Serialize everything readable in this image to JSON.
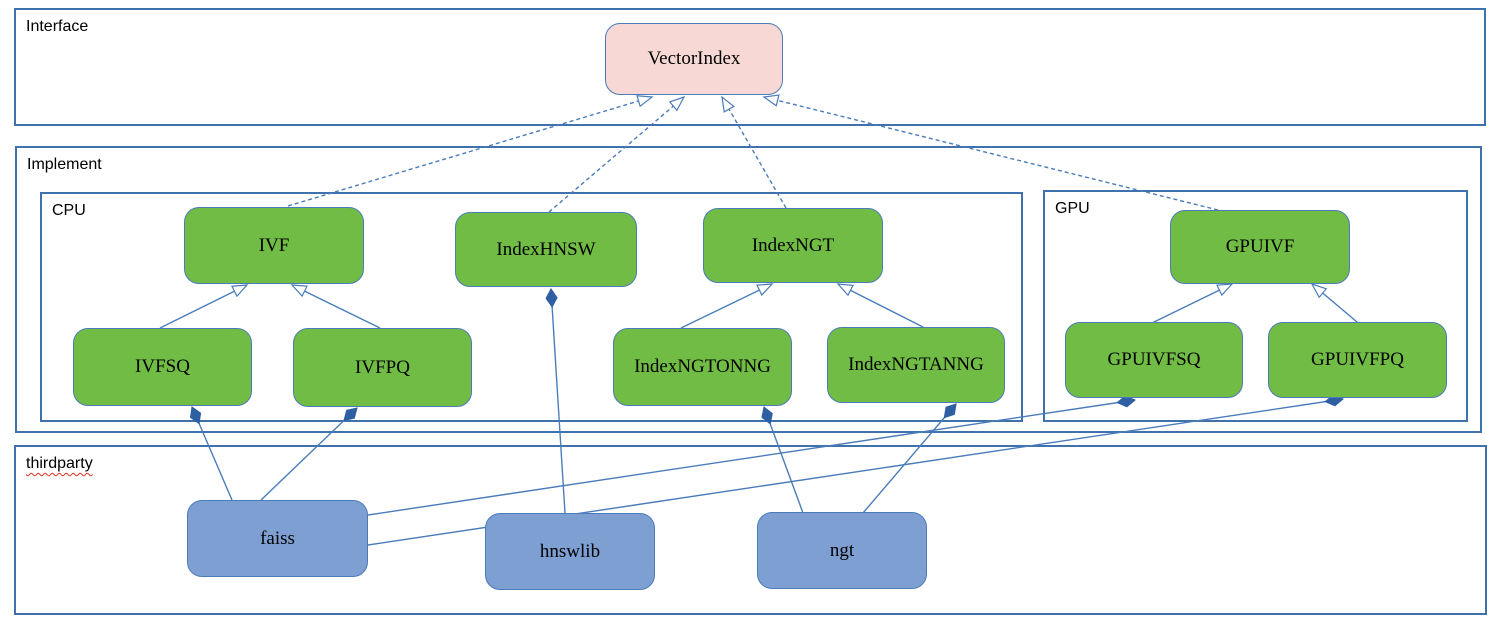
{
  "diagram": {
    "sections": {
      "interface": "Interface",
      "implement": "Implement",
      "cpu": "CPU",
      "gpu": "GPU",
      "thirdparty": "thirdparty"
    },
    "nodes": {
      "vectorindex": "VectorIndex",
      "ivf": "IVF",
      "indexhnsw": "IndexHNSW",
      "indexngt": "IndexNGT",
      "gpuivf": "GPUIVF",
      "ivfsq": "IVFSQ",
      "ivfpq": "IVFPQ",
      "indexngtonng": "IndexNGTONNG",
      "indexngtanng": "IndexNGTANNG",
      "gpuivfsq": "GPUIVFSQ",
      "gpuivfpq": "GPUIVFPQ",
      "faiss": "faiss",
      "hnswlib": "hnswlib",
      "ngt": "ngt"
    },
    "edges": [
      {
        "from": "IVF",
        "to": "VectorIndex",
        "type": "realization",
        "style": "dashed-open-arrow"
      },
      {
        "from": "IndexHNSW",
        "to": "VectorIndex",
        "type": "realization",
        "style": "dashed-open-arrow"
      },
      {
        "from": "IndexNGT",
        "to": "VectorIndex",
        "type": "realization",
        "style": "dashed-open-arrow"
      },
      {
        "from": "GPUIVF",
        "to": "VectorIndex",
        "type": "realization",
        "style": "dashed-open-arrow"
      },
      {
        "from": "IVFSQ",
        "to": "IVF",
        "type": "generalization",
        "style": "solid-open-arrow"
      },
      {
        "from": "IVFPQ",
        "to": "IVF",
        "type": "generalization",
        "style": "solid-open-arrow"
      },
      {
        "from": "IndexNGTONNG",
        "to": "IndexNGT",
        "type": "generalization",
        "style": "solid-open-arrow"
      },
      {
        "from": "IndexNGTANNG",
        "to": "IndexNGT",
        "type": "generalization",
        "style": "solid-open-arrow"
      },
      {
        "from": "GPUIVFSQ",
        "to": "GPUIVF",
        "type": "generalization",
        "style": "solid-open-arrow"
      },
      {
        "from": "GPUIVFPQ",
        "to": "GPUIVF",
        "type": "generalization",
        "style": "solid-open-arrow"
      },
      {
        "from": "faiss",
        "to": "IVFSQ",
        "type": "composition",
        "style": "solid-filled-diamond"
      },
      {
        "from": "faiss",
        "to": "IVFPQ",
        "type": "composition",
        "style": "solid-filled-diamond"
      },
      {
        "from": "faiss",
        "to": "GPUIVFSQ",
        "type": "composition",
        "style": "solid-filled-diamond"
      },
      {
        "from": "faiss",
        "to": "GPUIVFPQ",
        "type": "composition",
        "style": "solid-filled-diamond"
      },
      {
        "from": "hnswlib",
        "to": "IndexHNSW",
        "type": "composition",
        "style": "solid-filled-diamond"
      },
      {
        "from": "ngt",
        "to": "IndexNGTONNG",
        "type": "composition",
        "style": "solid-filled-diamond"
      },
      {
        "from": "ngt",
        "to": "IndexNGTANNG",
        "type": "composition",
        "style": "solid-filled-diamond"
      }
    ],
    "colors": {
      "container_border": "#3f72ad",
      "node_border": "#4a7cba",
      "interface_node_fill": "#f8d8d5",
      "implement_node_fill": "#70bc45",
      "thirdparty_node_fill": "#7d9fd2",
      "connector": "#4a7cba",
      "diamond_fill": "#2e5fa3",
      "spellcheck_underline": "#e03020",
      "text": "#000000"
    }
  }
}
